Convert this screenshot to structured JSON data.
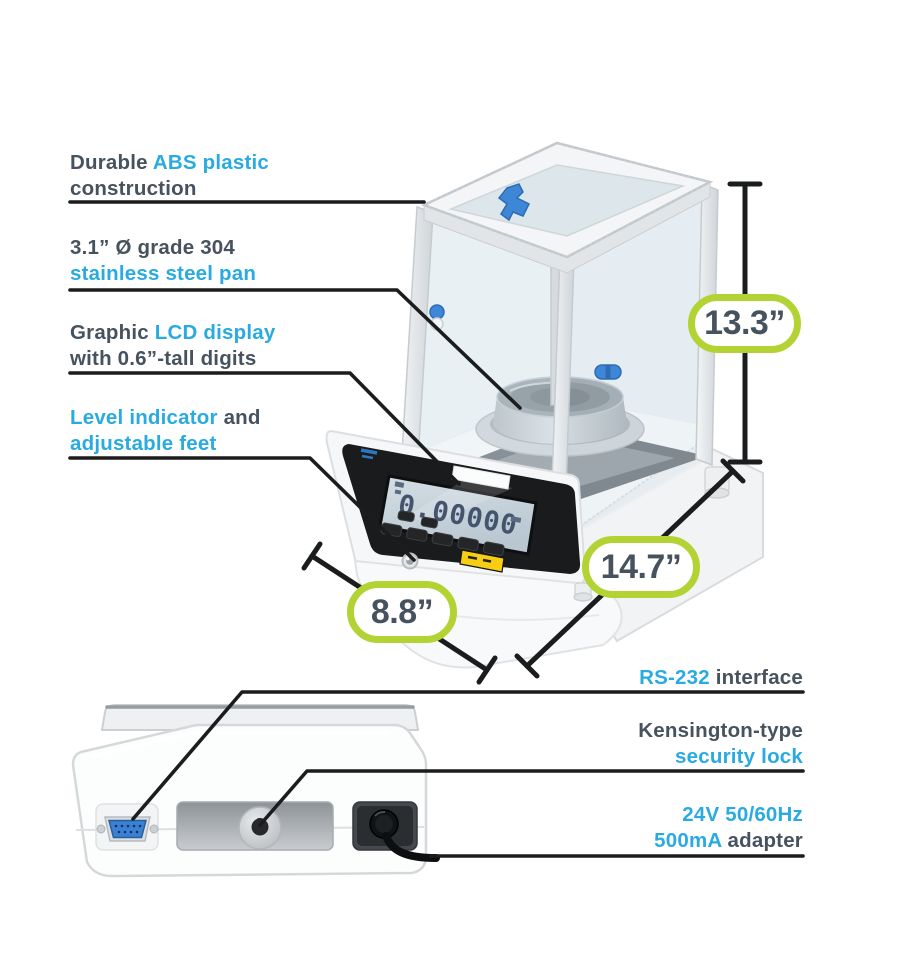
{
  "colors": {
    "accent_blue": "#29abe2",
    "text_dark": "#46525d",
    "badge_green": "#b3d335",
    "line_black": "#1b1c1d",
    "lcd_background": "#c7d3db",
    "knob_blue": "#3e87d6",
    "sticker_yellow": "#f6ce13"
  },
  "callouts": {
    "abs": {
      "prefix": "Durable ",
      "highlight": "ABS plastic",
      "line2": "construction"
    },
    "pan": {
      "line1": "3.1” Ø grade 304",
      "line2": "stainless steel pan"
    },
    "lcd": {
      "prefix": "Graphic ",
      "highlight": "LCD display",
      "line2": "with 0.6”-tall digits"
    },
    "level": {
      "highlight": "Level indicator",
      "suffix": " and",
      "line2": "adjustable feet"
    },
    "rs232": {
      "highlight": "RS-232",
      "suffix": " interface"
    },
    "lock": {
      "line1": "Kensington-type",
      "highlight": "security lock"
    },
    "adapter": {
      "line1": "24V 50/60Hz",
      "highlight": "500mA",
      "suffix": " adapter"
    }
  },
  "dimensions": {
    "height": "13.3”",
    "depth": "14.7”",
    "width": "8.8”"
  },
  "display": {
    "value": "0.00000"
  }
}
